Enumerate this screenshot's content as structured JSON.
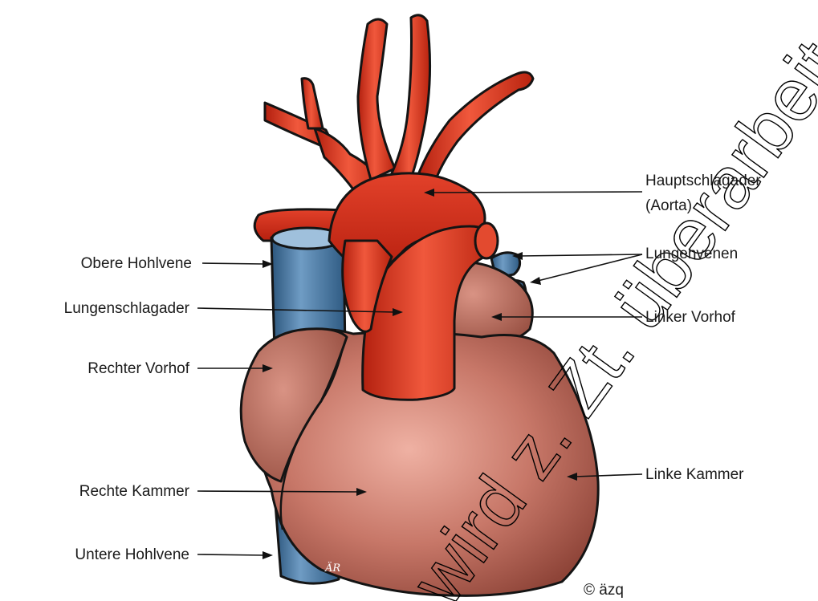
{
  "labels": {
    "aorta_line1": "Hauptschlagader",
    "aorta_line2": "(Aorta)",
    "pulmonary_veins": "Lungenvenen",
    "left_atrium": "Linker Vorhof",
    "left_ventricle": "Linke Kammer",
    "superior_vena_cava": "Obere Hohlvene",
    "pulmonary_artery": "Lungenschlagader",
    "right_atrium": "Rechter Vorhof",
    "right_ventricle": "Rechte Kammer",
    "inferior_vena_cava": "Untere Hohlvene"
  },
  "copyright": "© äzq",
  "watermark": "wird z. Zt. überarbeitet",
  "artist_signature": "ÄR",
  "colors": {
    "artery_red": "#d8301f",
    "artery_highlight": "#f06a50",
    "vein_blue": "#3d6f9a",
    "vein_highlight": "#7fa8cc",
    "muscle_brown": "#b8675a",
    "muscle_highlight": "#e9a89a",
    "outline": "#141414"
  }
}
